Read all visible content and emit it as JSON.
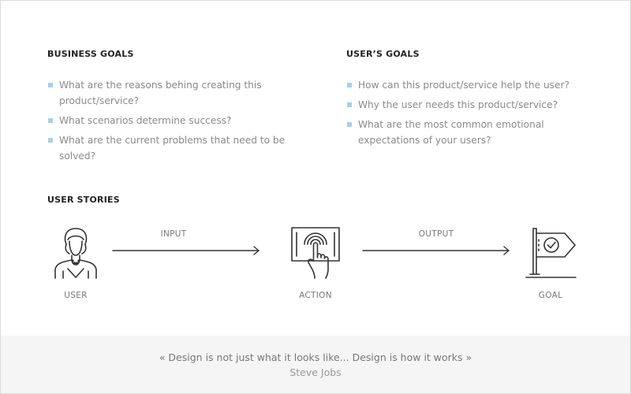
{
  "business_goals": {
    "title": "BUSINESS GOALS",
    "items": [
      "What are the reasons behing creating this product/service?",
      "What scenarios determine success?",
      "What are the current problems that need to be solved?"
    ]
  },
  "users_goals": {
    "title": "USER’S GOALS",
    "items": [
      "How can this product/service help the user?",
      "Why the user needs this product/service?",
      "What are the most common emotional expectations of your users?"
    ]
  },
  "user_stories": {
    "title": "USER STORIES",
    "steps": [
      {
        "label": "USER",
        "icon": "user-icon"
      },
      {
        "label": "ACTION",
        "icon": "touch-screen-icon"
      },
      {
        "label": "GOAL",
        "icon": "goal-flag-icon"
      }
    ],
    "arrows": [
      {
        "label": "INPUT"
      },
      {
        "label": "OUTPUT"
      }
    ]
  },
  "footer": {
    "quote": "« Design is not just what it looks like... Design is how it works »",
    "author": "Steve Jobs"
  },
  "colors": {
    "bullet": "#a9cfe8",
    "icon_stroke": "#333333",
    "footer_bg": "#f5f5f5"
  }
}
